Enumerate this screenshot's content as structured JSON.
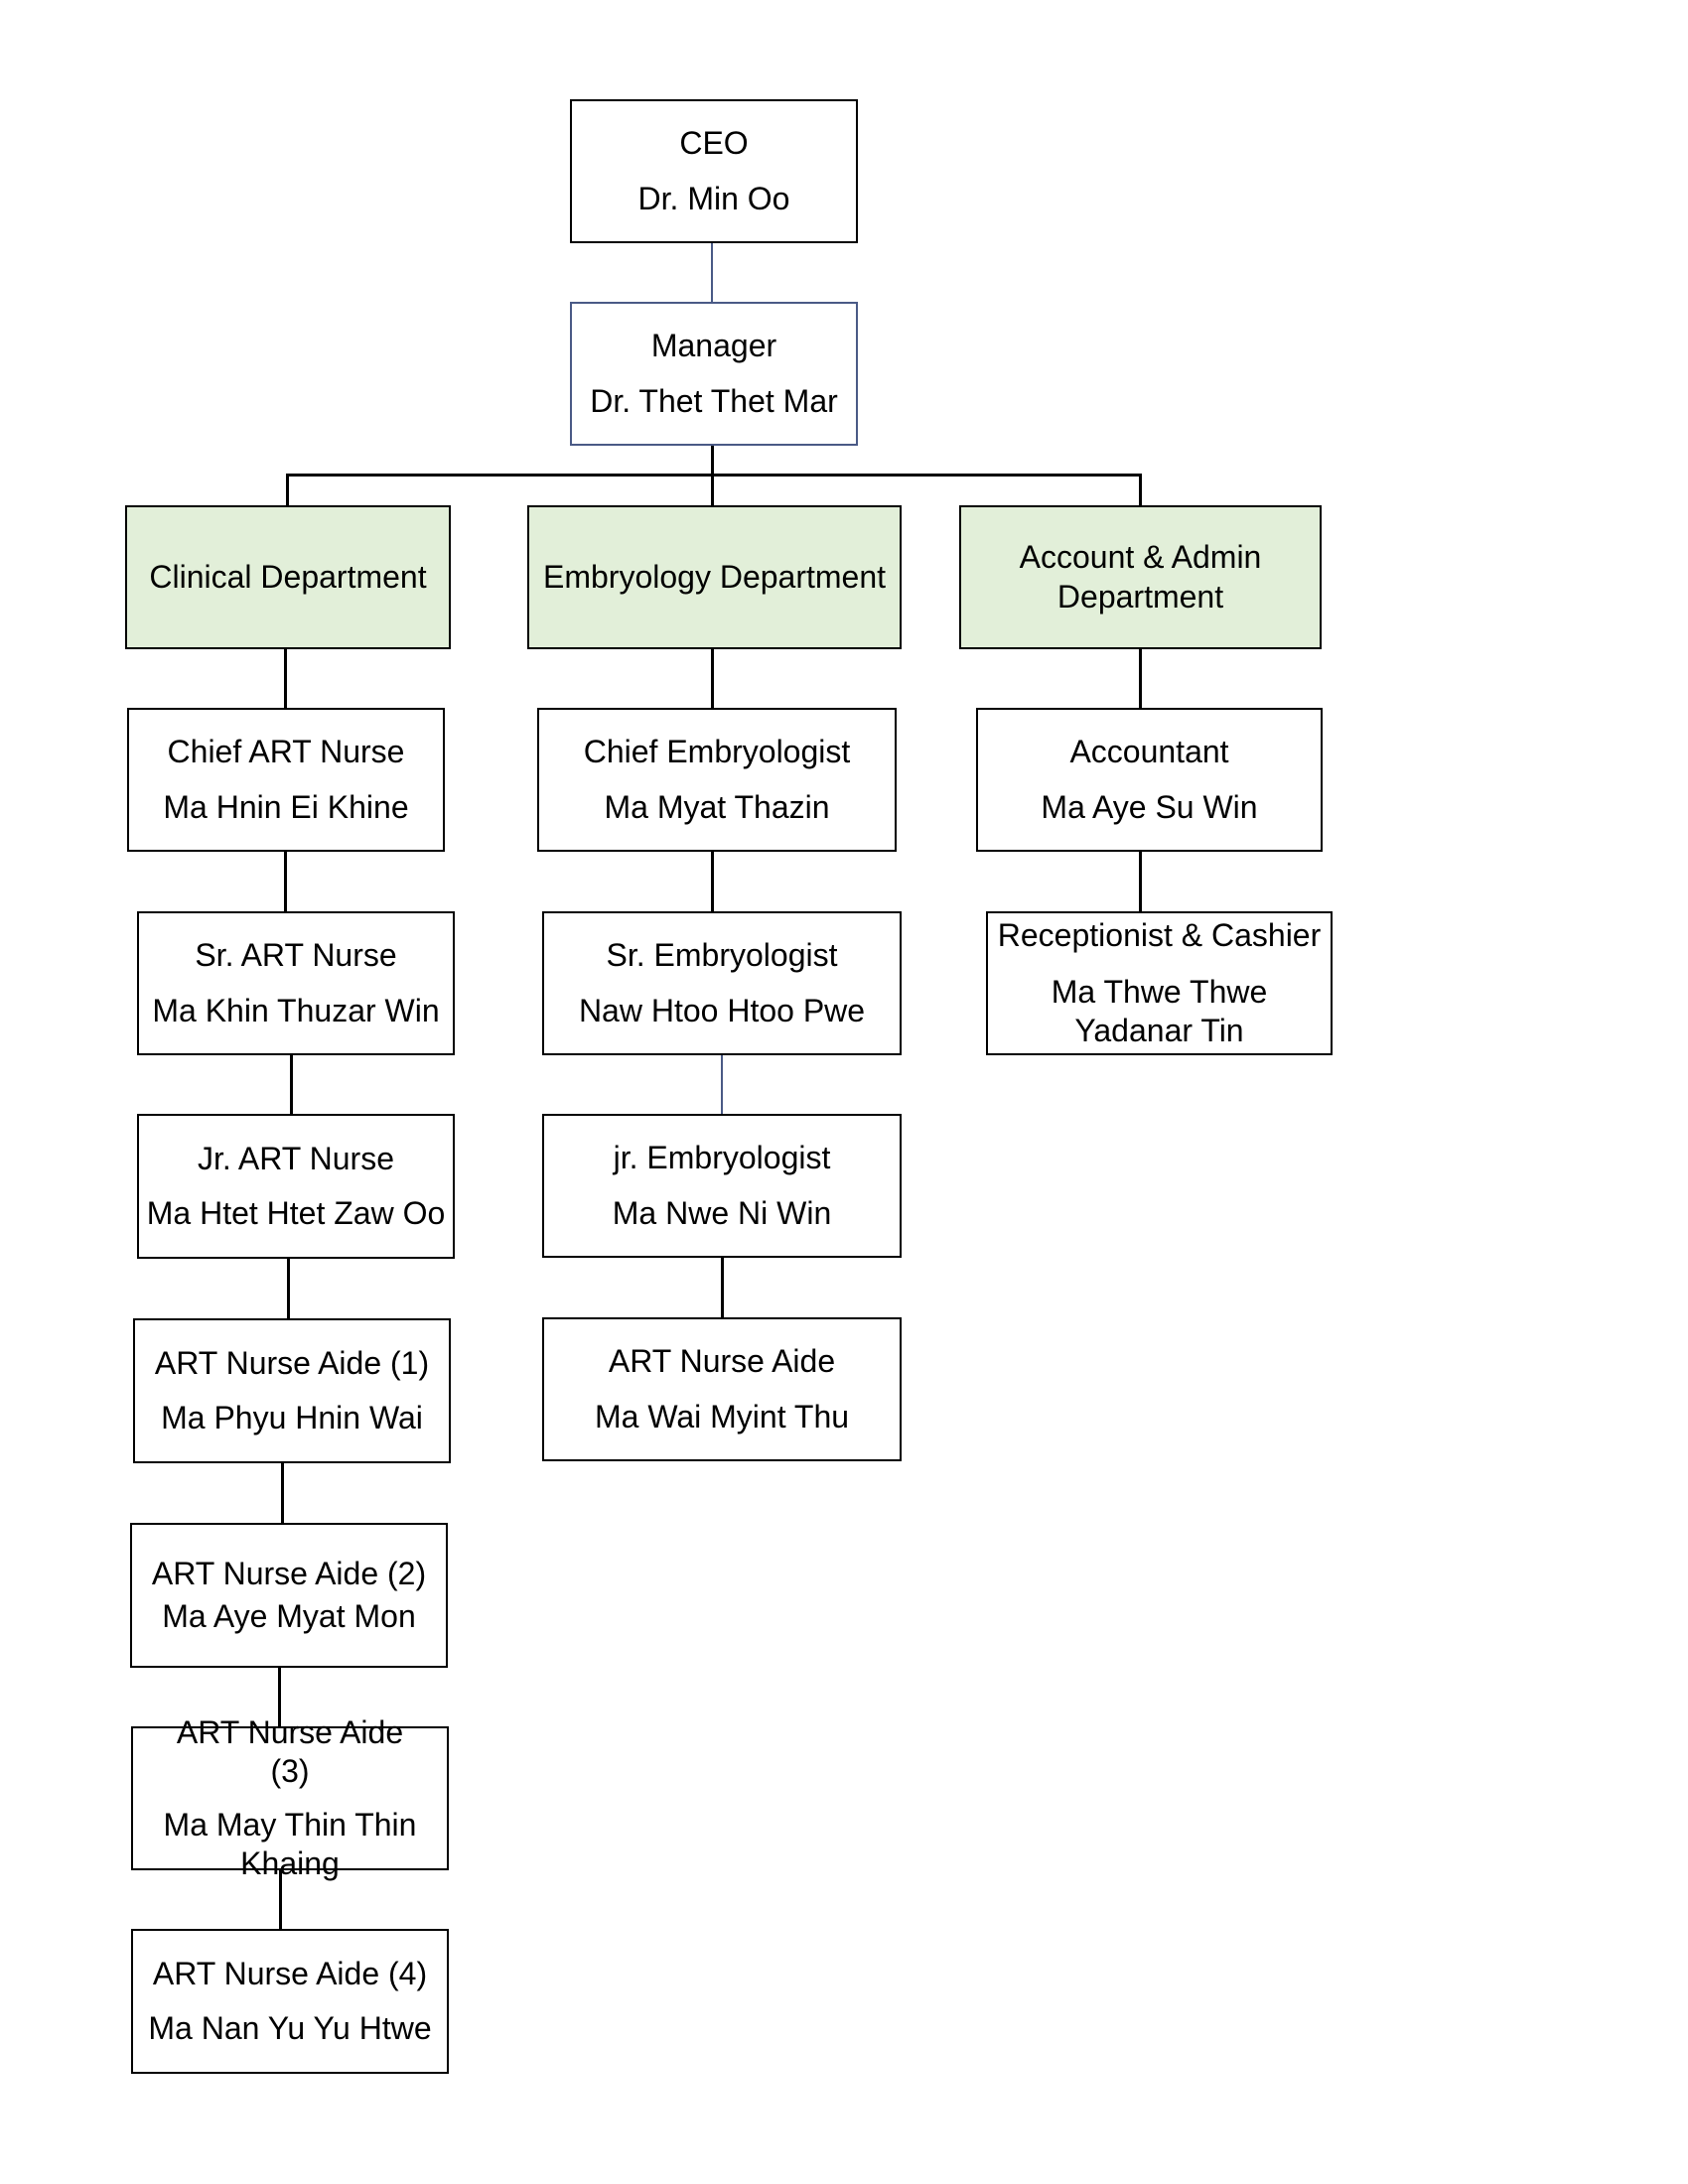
{
  "org_chart": {
    "ceo": {
      "role": "CEO",
      "name": "Dr. Min Oo"
    },
    "manager": {
      "role": "Manager",
      "name": "Dr. Thet Thet Mar"
    },
    "departments": [
      {
        "label": "Clinical Department",
        "fill": "#e2efd9"
      },
      {
        "label": "Embryology Department",
        "fill": "#e2efd9"
      },
      {
        "label": "Account & Admin Department",
        "fill": "#e2efd9"
      }
    ],
    "clinical": [
      {
        "role": "Chief ART Nurse",
        "name": "Ma Hnin Ei Khine"
      },
      {
        "role": "Sr. ART Nurse",
        "name": "Ma Khin Thuzar Win"
      },
      {
        "role": "Jr. ART Nurse",
        "name": "Ma Htet Htet Zaw Oo"
      },
      {
        "role": "ART Nurse Aide (1)",
        "name": "Ma Phyu Hnin Wai"
      },
      {
        "role": "ART Nurse Aide (2)",
        "name": "Ma Aye Myat Mon"
      },
      {
        "role": "ART Nurse Aide (3)",
        "name": "Ma May Thin Thin Khaing"
      },
      {
        "role": "ART Nurse Aide (4)",
        "name": "Ma Nan Yu Yu Htwe"
      }
    ],
    "embryology": [
      {
        "role": "Chief Embryologist",
        "name": "Ma Myat Thazin"
      },
      {
        "role": "Sr. Embryologist",
        "name": "Naw Htoo Htoo Pwe"
      },
      {
        "role": "jr. Embryologist",
        "name": "Ma Nwe Ni Win"
      },
      {
        "role": "ART Nurse Aide",
        "name": "Ma Wai Myint Thu"
      }
    ],
    "admin": [
      {
        "role": "Accountant",
        "name": "Ma Aye Su Win"
      },
      {
        "role": "Receptionist & Cashier",
        "name": "Ma Thwe Thwe Yadanar Tin"
      }
    ],
    "colors": {
      "dept_fill": "#e2efd9",
      "connector_accent": "#4a5a86",
      "border": "#000000"
    }
  }
}
